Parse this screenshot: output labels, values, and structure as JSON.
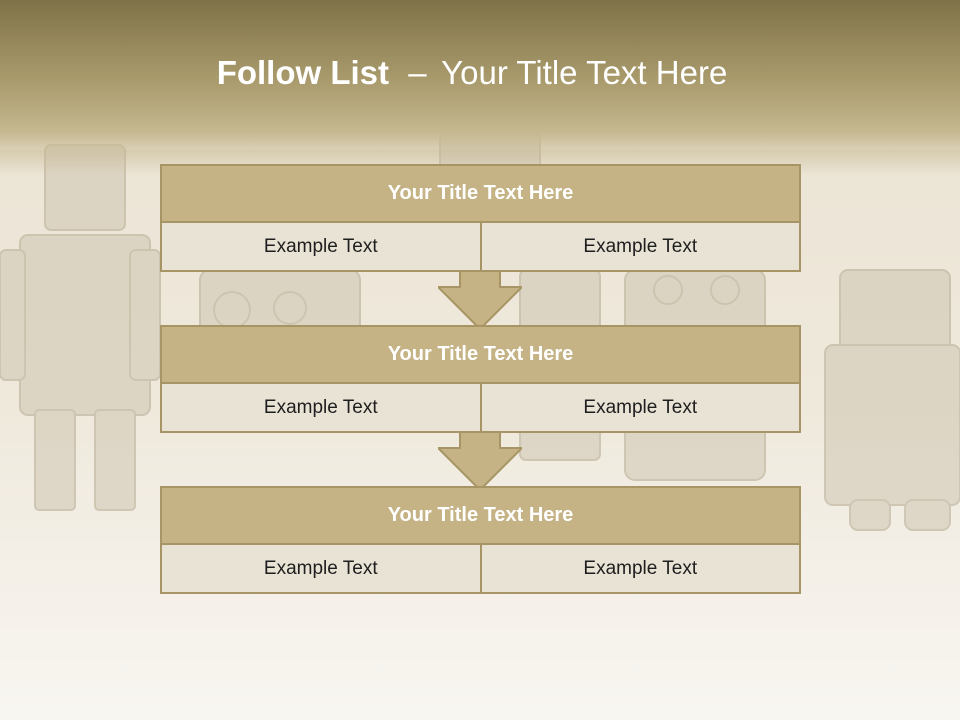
{
  "slide": {
    "title_bold": "Follow List",
    "title_separator": "–",
    "title_rest": "Your Title Text Here"
  },
  "blocks": [
    {
      "heading": "Your Title Text Here",
      "cells": [
        "Example Text",
        "Example Text"
      ]
    },
    {
      "heading": "Your Title Text Here",
      "cells": [
        "Example Text",
        "Example Text"
      ]
    },
    {
      "heading": "Your Title Text Here",
      "cells": [
        "Example Text",
        "Example Text"
      ]
    }
  ],
  "colors": {
    "header_band": "#8c7f52",
    "block_heading": "#c5b386",
    "block_cell": "#e9e3d6",
    "block_border": "#a89565",
    "arrow": "#c5b386"
  }
}
